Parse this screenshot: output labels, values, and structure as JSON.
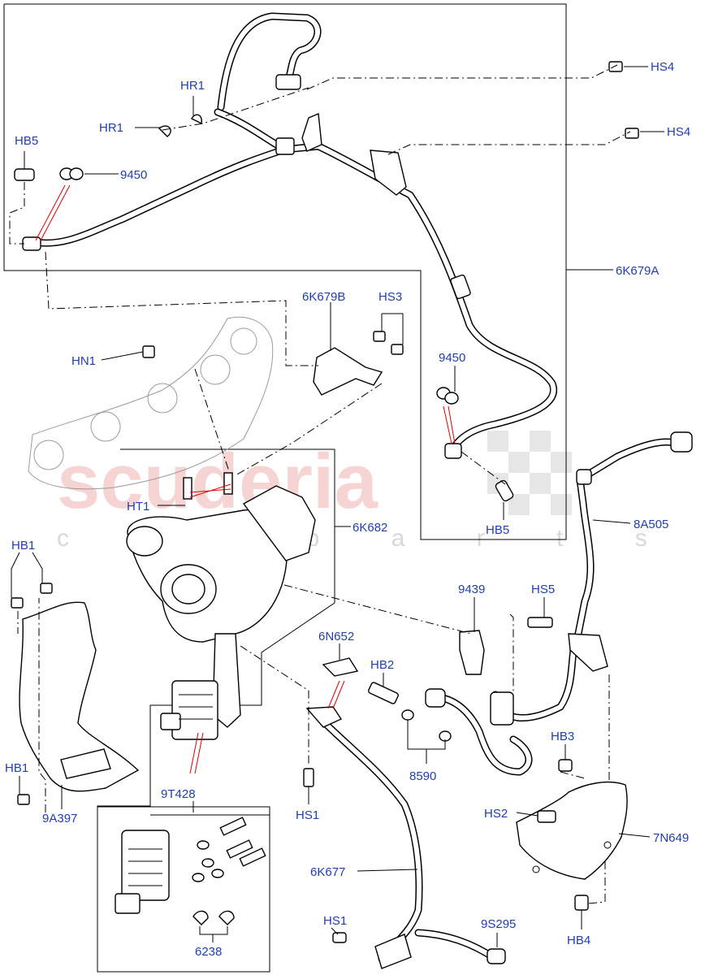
{
  "watermark": {
    "brand": "scuderia",
    "tagline": "c a r  p a r t s"
  },
  "callouts": {
    "hs4_top": "HS4",
    "hs4_mid": "HS4",
    "hr1_top": "HR1",
    "hr1_left": "HR1",
    "hb5_top": "HB5",
    "n9450_top": "9450",
    "n6k679a": "6K679A",
    "n6k679b": "6K679B",
    "hs3": "HS3",
    "hn1": "HN1",
    "n9450_right": "9450",
    "ht1": "HT1",
    "hb5_right": "HB5",
    "n6k682": "6K682",
    "n8a505": "8A505",
    "hb1_top": "HB1",
    "n9439": "9439",
    "hs5": "HS5",
    "n6n652": "6N652",
    "hb2": "HB2",
    "hb3": "HB3",
    "n8590": "8590",
    "hb1_bottom": "HB1",
    "n9a397": "9A397",
    "n9t428": "9T428",
    "hs1_mid": "HS1",
    "hs2": "HS2",
    "n7n649": "7N649",
    "n6k677": "6K677",
    "hs1_bottom": "HS1",
    "n9s295": "9S295",
    "n6238": "6238",
    "hb4": "HB4"
  }
}
